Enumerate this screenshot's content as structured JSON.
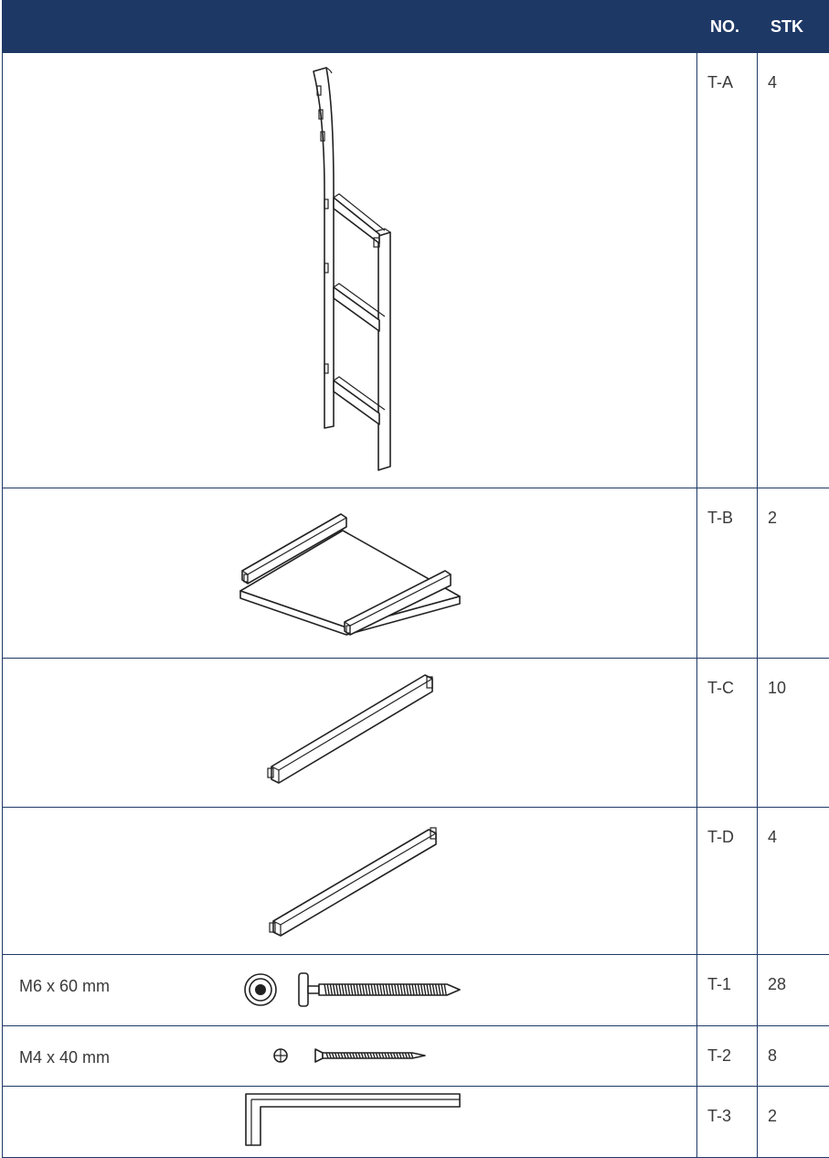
{
  "header": {
    "no_label": "NO.",
    "stk_label": "STK"
  },
  "rows": [
    {
      "no": "T-A",
      "stk": "4",
      "label": ""
    },
    {
      "no": "T-B",
      "stk": "2",
      "label": ""
    },
    {
      "no": "T-C",
      "stk": "10",
      "label": ""
    },
    {
      "no": "T-D",
      "stk": "4",
      "label": ""
    },
    {
      "no": "T-1",
      "stk": "28",
      "label": "M6 x 60 mm"
    },
    {
      "no": "T-2",
      "stk": "8",
      "label": "M4 x 40 mm"
    },
    {
      "no": "T-3",
      "stk": "2",
      "label": ""
    }
  ],
  "icons": [
    "ladder-frame-icon",
    "shelf-board-icon",
    "rail-long-icon",
    "rail-short-icon",
    "bolt-screw-icon",
    "wood-screw-icon",
    "allen-key-icon"
  ],
  "colors": {
    "header_bg": "#1e3866",
    "header_text": "#ffffff",
    "border": "#1f3a68"
  }
}
